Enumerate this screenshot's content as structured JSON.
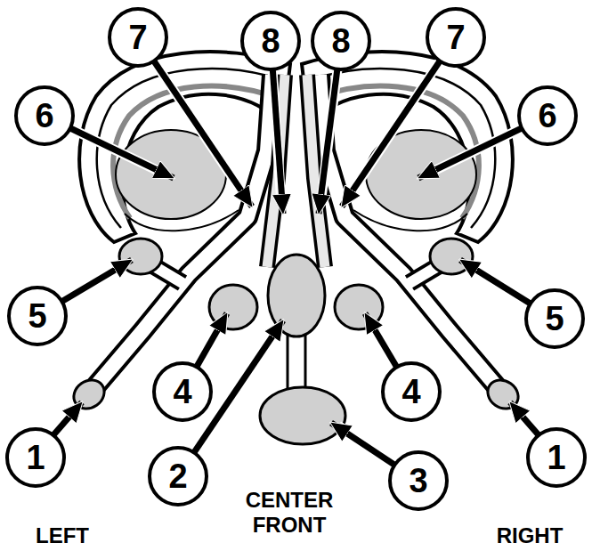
{
  "diagram": {
    "nodes": [
      {
        "text": [
          "7"
        ]
      },
      {
        "text": [
          "8"
        ]
      },
      {
        "text": [
          "8"
        ]
      },
      {
        "text": [
          "7"
        ]
      },
      {
        "text": [
          "6"
        ]
      },
      {
        "text": [
          "6"
        ]
      },
      {
        "text": [
          "5"
        ]
      },
      {
        "text": [
          "5"
        ]
      },
      {
        "text": [
          "4"
        ]
      },
      {
        "text": [
          "4"
        ]
      },
      {
        "text": [
          "1"
        ]
      },
      {
        "text": [
          "2"
        ]
      },
      {
        "text": [
          "3"
        ]
      },
      {
        "text": [
          "1"
        ]
      }
    ],
    "labels": [
      "LEFT",
      "CENTER FRONT",
      "RIGHT"
    ]
  }
}
